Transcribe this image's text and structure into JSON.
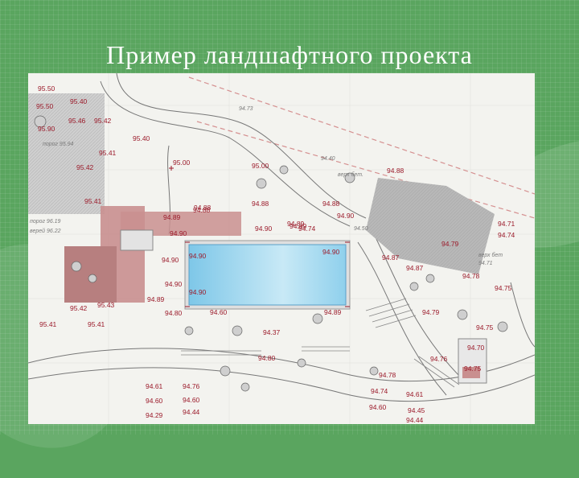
{
  "slide": {
    "title": "Пример ландшафтного проекта"
  },
  "plan": {
    "elevations": [
      "95.50",
      "95.40",
      "95.50",
      "95.46",
      "95.42",
      "95.90",
      "95.40",
      "95.41",
      "95.42",
      "95.00",
      "95.41",
      "94.88",
      "94.88",
      "94.89",
      "94.90",
      "94.90",
      "94.90",
      "94.90",
      "94.90",
      "94.90",
      "94.89",
      "94.89",
      "94.80",
      "94.60",
      "94.89",
      "94.73",
      "95.00",
      "94.40",
      "94.88",
      "94.89",
      "94.74",
      "94.90",
      "94.90",
      "94.88",
      "94.87",
      "94.87",
      "94.79",
      "94.79",
      "94.78",
      "94.75",
      "94.71",
      "94.74",
      "94.75",
      "94.76",
      "94.75",
      "94.78",
      "94.74",
      "94.61",
      "94.60",
      "94.45",
      "94.44",
      "94.61",
      "94.76",
      "94.60",
      "94.60",
      "94.29",
      "94.44",
      "95.41",
      "95.41",
      "95.42",
      "95.43",
      "94.37",
      "94.80",
      "94.88",
      "94.70"
    ],
    "annotations": [
      "порог 95.94",
      "порог 96.19",
      "верей 96.22",
      "верх бет.",
      "верх бет",
      "94.71",
      "94.50"
    ]
  },
  "colors": {
    "slide_bg": "#5aa55f",
    "plan_bg": "#f3f3ef",
    "label_red": "#9b1a2a",
    "pool_blue": "#9ed6ee",
    "paving": "#c98f8f",
    "building": "#b8b8b8"
  }
}
